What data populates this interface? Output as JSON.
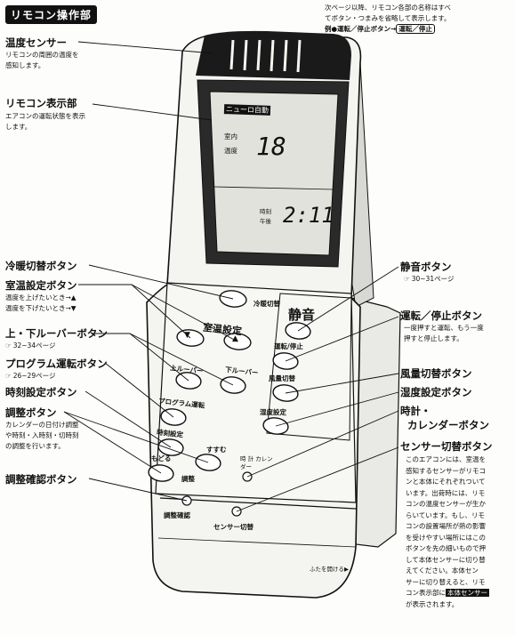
{
  "header": {
    "title": "リモコン操作部"
  },
  "top_note": {
    "line1": "次ページ以降、リモコン各部の名称はすべ",
    "line2": "てボタン・つまみを省略して表示します。",
    "example_prefix": "例●運転／停止ボタン→",
    "example_boxed": "運転／停止"
  },
  "left_labels": {
    "temp_sensor": {
      "title": "温度センサー",
      "desc1": "リモコンの周囲の温度を",
      "desc2": "感知します。"
    },
    "display": {
      "title": "リモコン表示部",
      "desc1": "エアコンの運転状態を表示",
      "desc2": "します。"
    },
    "cool_heat": {
      "title": "冷暖切替ボタン"
    },
    "temp_set": {
      "title": "室温設定ボタン",
      "desc1": "温度を上げたいとき→▲",
      "desc2": "温度を下げたいとき→▼"
    },
    "louver": {
      "title": "上・下ルーバーボタン",
      "ref": "32~34ページ"
    },
    "program": {
      "title": "プログラム運転ボタン",
      "ref": "26~29ページ"
    },
    "clock_set": {
      "title": "時刻設定ボタン"
    },
    "adjust": {
      "title": "調整ボタン",
      "desc1": "カレンダーの日付け調整",
      "desc2": "や時刻・入時刻・切時刻",
      "desc3": "の調整を行います。"
    },
    "confirm": {
      "title": "調整確認ボタン"
    }
  },
  "right_labels": {
    "quiet": {
      "title": "静音ボタン",
      "ref": "30~31ページ"
    },
    "power": {
      "title": "運転／停止ボタン",
      "desc1": "一度押すと運転、もう一度",
      "desc2": "押すと停止します。"
    },
    "fan": {
      "title": "風量切替ボタン"
    },
    "humidity": {
      "title": "湿度設定ボタン"
    },
    "clock_cal": {
      "title1": "時計・",
      "title2": "カレンダーボタン"
    },
    "sensor": {
      "title": "センサー切替ボタン",
      "lines": [
        "このエアコンには、室温を",
        "感知するセンサーがリモコ",
        "ンと本体にそれぞれついて",
        "います。出荷時には、リモ",
        "コンの温度センサーが生か",
        "らいています。もし、リモ",
        "コンの設置場所が熱の影響",
        "を受けやすい場所にはこの",
        "ボタンを先の細いもので押",
        "して本体センサーに切り替",
        "えてください。本体セン",
        "サーに切り替えると、リモ"
      ],
      "last_prefix": "コン表示部に",
      "last_highlight": "本体センサー",
      "last_line": "が表示されます。"
    }
  },
  "remote": {
    "lcd": {
      "mode": "ニューロ自動",
      "indoor_label": "室内",
      "temp_label": "温度",
      "temp_value": "18",
      "day_label": "時刻",
      "ampm": "午後",
      "time": "2:11"
    },
    "buttons": {
      "cool_heat": "冷暖切替",
      "quiet": "静音",
      "temp_set": "室温設定",
      "power": "運転/停止",
      "up_louver": "上ルーバー",
      "down_louver": "下ルーバー",
      "fan": "風量切替",
      "program": "プログラム運転",
      "humidity": "湿度設定",
      "clock_set": "時刻設定",
      "back": "もどる",
      "forward": "すすむ",
      "adjust": "調整",
      "clock_cal": "時 計 カレンダー",
      "confirm": "調整確認",
      "sensor": "センサー切替"
    },
    "lid_note": "ふたを開ける▶"
  }
}
